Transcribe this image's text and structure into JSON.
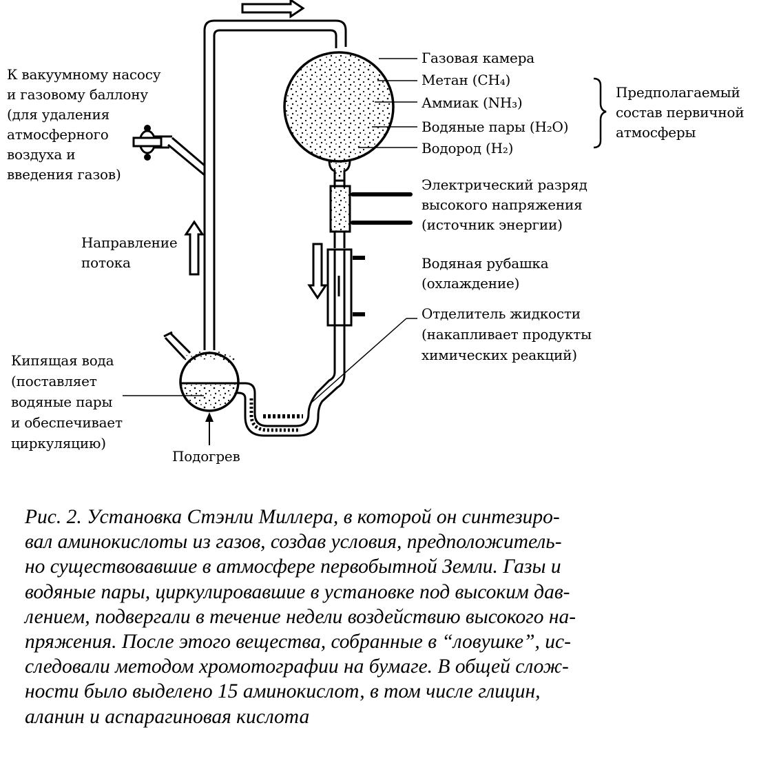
{
  "labels": {
    "vacuum": "К вакуумному насосу\nи газовому баллону\n(для удаления\nатмосферного\nвоздуха и\nвведения газов)",
    "flow_direction": "Направление\nпотока",
    "boiling_water": "Кипящая вода\n(поставляет\nводяные пары\nи обеспечивает\nциркуляцию)",
    "heating": "Подогрев",
    "gas_chamber": "Газовая камера",
    "methane": "Метан (CH₄)",
    "ammonia": "Аммиак (NH₃)",
    "water_vapor": "Водяные пары (H₂O)",
    "hydrogen": "Водород (H₂)",
    "primary_atmosphere": "Предполагаемый\nсостав первичной\nатмосферы",
    "electric_discharge": "Электрический разряд\nвысокого напряжения\n(источник энергии)",
    "water_jacket": "Водяная рубашка\n(охлаждение)",
    "liquid_separator": "Отделитель жидкости\n(накапливает продукты\nхимических реакций)"
  },
  "caption": "Рис. 2. Установка Стэнли Миллера, в которой он синтезиро-\nвал аминокислоты из газов, создав условия, предположитель-\nно существовавшие в атмосфере первобытной Земли. Газы и\nводяные пары, циркулировавшие в установке под высоким дав-\nлением, подвергали в течение недели воздействию высокого на-\nпряжения. После этого вещества, собранные в “ловушке”, ис-\nследовали методом хромотографии на бумаге. В общей слож-\nности было выделено 15 аминокислот, в том числе глицин,\nаланин и аспарагиновая кислота"
}
